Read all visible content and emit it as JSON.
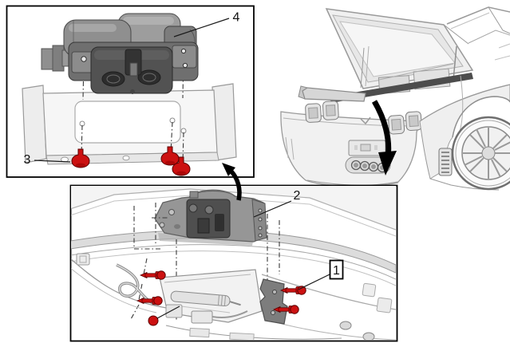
{
  "page": {
    "background": "#ffffff"
  },
  "callouts": {
    "c1": {
      "label": "1",
      "boxed": true
    },
    "c2": {
      "label": "2",
      "boxed": false
    },
    "c3": {
      "label": "3",
      "boxed": false
    },
    "c4": {
      "label": "4",
      "boxed": false
    }
  },
  "colors": {
    "fastener_red": "#cc1111",
    "fastener_red_outline": "#5c0000",
    "part_dark_gray": "#4f4f4f",
    "part_mid_gray": "#8f8f8f",
    "panel_light_gray": "#f1f1f1",
    "frame_border": "#000000",
    "arrow_black": "#000000"
  },
  "icons": {
    "detail_link_arrow": "curved-arrow-up-left",
    "motion_arrow": "curved-arrow-down"
  },
  "fasteners": {
    "latch_detail_count": 3,
    "hatch_detail_count": 5
  }
}
